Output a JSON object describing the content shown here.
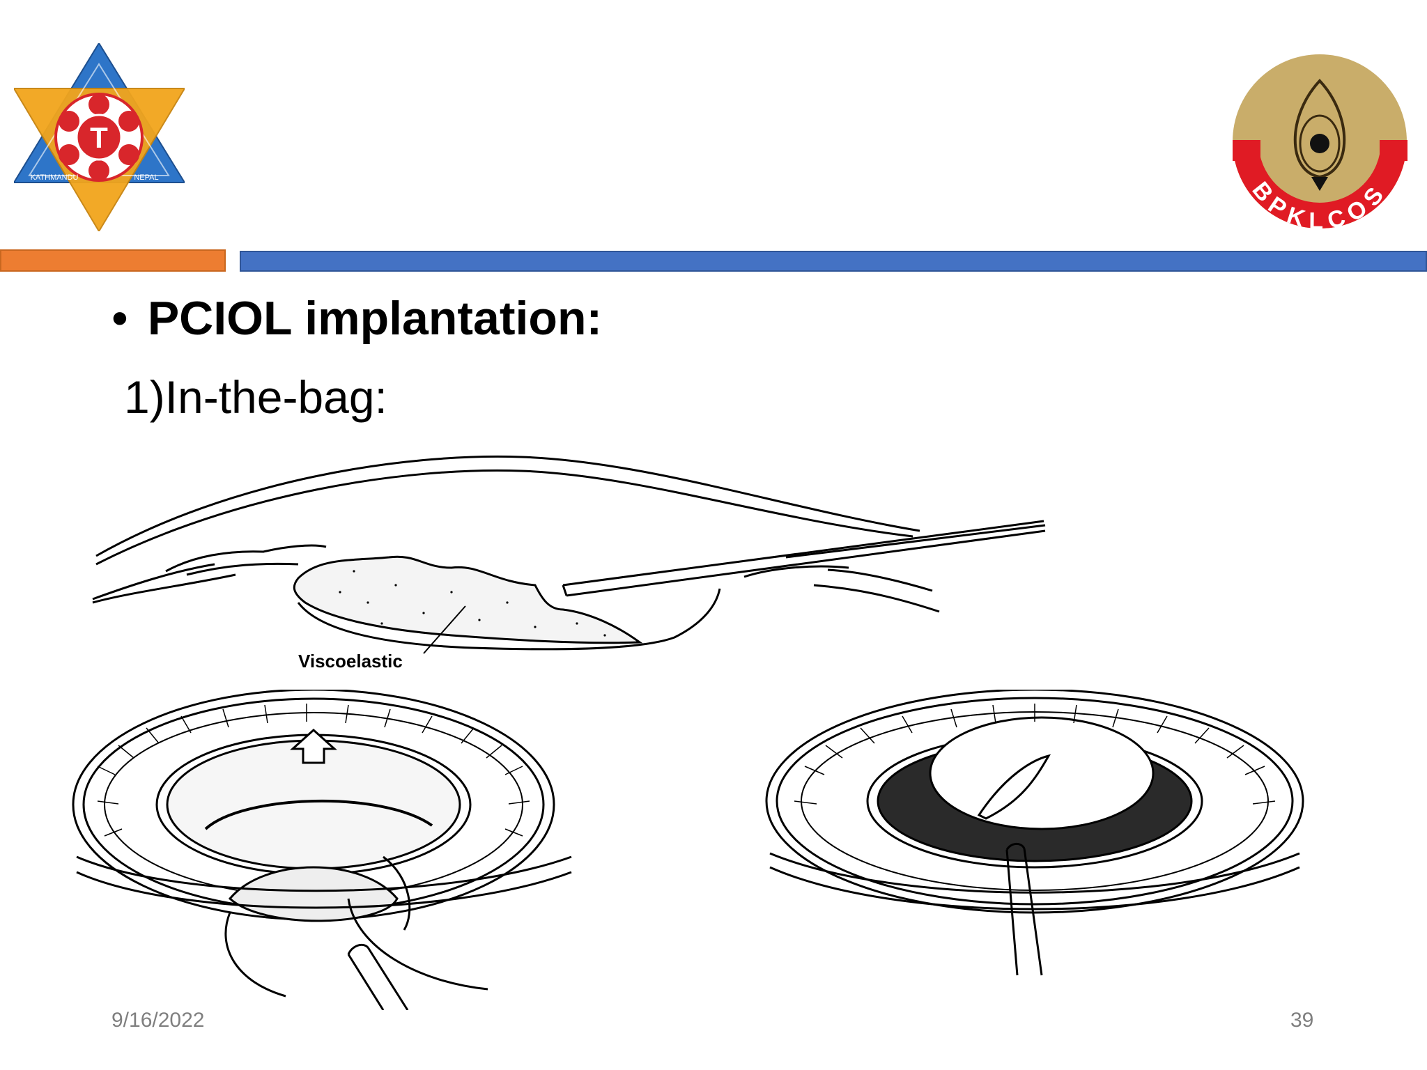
{
  "slide": {
    "bullet_heading": "PCIOL implantation:",
    "bullet_symbol": "•",
    "sub_heading": "1)In-the-bag:",
    "figure_label": "Viscoelastic",
    "left_logo_letter": "T",
    "left_logo_text_bottom_left": "KATHMANDU",
    "left_logo_text_bottom_right": "NEPAL",
    "right_logo_text": "BPKLCOS",
    "footer_date": "9/16/2022",
    "footer_page": "39"
  },
  "colors": {
    "orange_bar": "#ed7d31",
    "blue_bar": "#4472c4",
    "left_logo_blue": "#2e75c8",
    "left_logo_yellow": "#f2a51c",
    "left_logo_red": "#d8262b",
    "right_logo_gold": "#c9ad6a",
    "right_logo_red": "#e01b24"
  }
}
